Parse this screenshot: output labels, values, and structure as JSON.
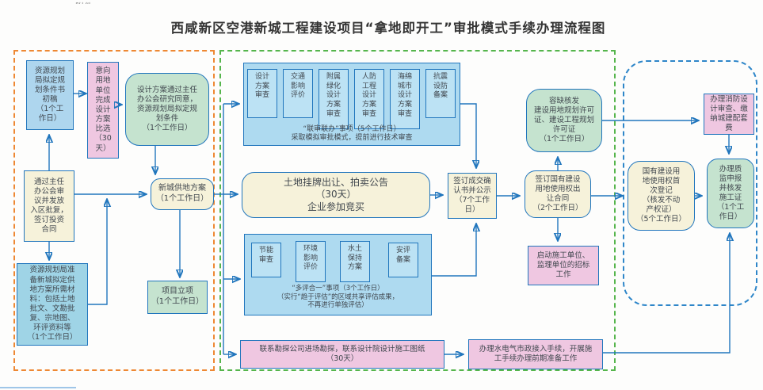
{
  "title": "西咸新区空港新城工程建设项目“拿地即开工”审批模式手续办理流程图",
  "corner_note": "附件",
  "colors": {
    "box_border": "#2176bd",
    "arrow": "#2176bd",
    "left_section_border": "#ee8833",
    "middle_section_border": "#55b54c",
    "right_section_border": "#2e86c9",
    "blue_box": "#aed6ee",
    "cyan_box": "#9fd4e6",
    "pink_box": "#efc7e1",
    "green_box": "#c5e3cf",
    "cream_box": "#f6f2da",
    "container_box": "#aedaf0"
  },
  "flow": {
    "left": {
      "plan_draft": "资源规划\n局拟定规\n划条件书\n初稿\n（1个工\n作日）",
      "scheme_select": "意向\n用地\n单位\n完成\n设计\n方案\n比选\n（30\n天）",
      "design_approved": "设计方案通过主任\n办公会研究同意，\n资源规划局拟定规\n划条件\n（1个工作日）",
      "entry_approval": "通过主任\n办公会审\n议并发放\n入区批复，\n签订投资\n合同",
      "land_materials": "资源规划局准\n备新城拟定供\n地方案所需材\n料：包括土地\n批文、文勘批\n复、宗地图、\n环评资料等\n（1个工作日）",
      "supply_plan": "新城供地方案\n（1个工作日）",
      "project_setup": "项目立项\n（1个工作日）"
    },
    "middle": {
      "joint_review": {
        "items": [
          "设计\n方案\n审查",
          "交通\n影响\n评价",
          "附属\n绿化\n设计\n方案\n审查",
          "人防\n工程\n设计\n方案\n审查",
          "海绵\n城市\n设计\n方案\n审查",
          "抗震\n设防\n备案"
        ],
        "caption": "“联审联办”事项（5个工作日）\n采取模拟审批模式，提前进行技术审查"
      },
      "land_auction": "土地挂牌出让、拍卖公告\n（30天）\n企业参加竞买",
      "multi_eval": {
        "items": [
          "节能\n审查",
          "环境\n影响\n评价",
          "水土\n保持\n方案",
          "安评\n备案"
        ],
        "caption": "“多评合一”事项（3个工作日）\n（实行“趋于评估”的区域共享评估成果，\n不再进行单独评估）"
      },
      "survey": "联系勘探公司进场勘探，联系设计院设计施工图纸\n（30天）",
      "deal_confirm": "签订成交确\n认书并公示\n（7个工作\n日）",
      "land_contract": "签订国有建设\n用地使用权出\n让合同\n（2个工作日）",
      "early_permit": "容缺核发\n建设用地规划许可\n证、建设工程规划\n许可证\n（1个工作日）",
      "bid_start": "启动施工单位、\n监理单位的招标\n工作",
      "utility": "办理水电气市政接入手续，开展施\n工手续办理前期准备工作"
    },
    "right": {
      "fire_review": "办理消防设\n计审查、缴\n纳城建配套\n费",
      "first_registration": "国有建设用\n地使用权首\n次登记\n（核发不动\n产权证）\n（5个工作日）",
      "quality_supervision": "办理质\n监申报\n并核发\n施工证\n（1个工\n作日）"
    }
  }
}
